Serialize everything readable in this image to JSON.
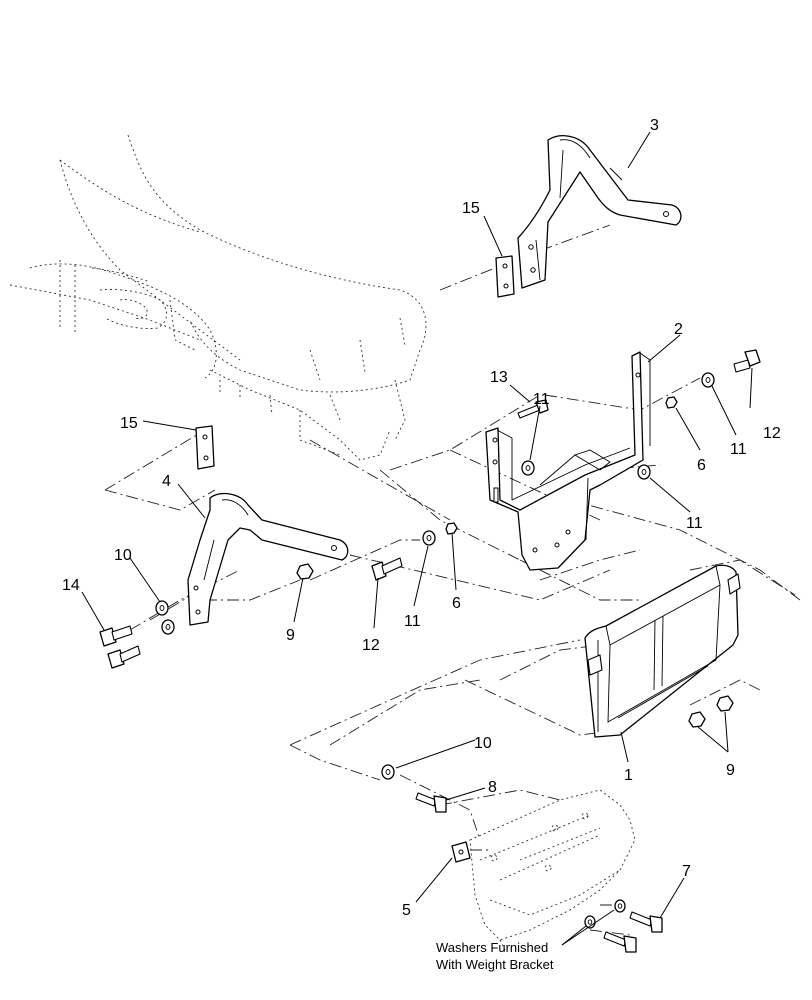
{
  "callouts": {
    "c1": "1",
    "c2": "2",
    "c3": "3",
    "c4": "4",
    "c5": "5",
    "c6a": "6",
    "c6b": "6",
    "c7": "7",
    "c8": "8",
    "c9a": "9",
    "c9b": "9",
    "c10a": "10",
    "c10b": "10",
    "c11a": "11",
    "c11b": "11",
    "c11c": "11",
    "c11d": "11",
    "c12a": "12",
    "c12b": "12",
    "c13": "13",
    "c14": "14",
    "c15a": "15",
    "c15b": "15"
  },
  "note": {
    "line1": "Washers Furnished",
    "line2": "With Weight Bracket"
  }
}
